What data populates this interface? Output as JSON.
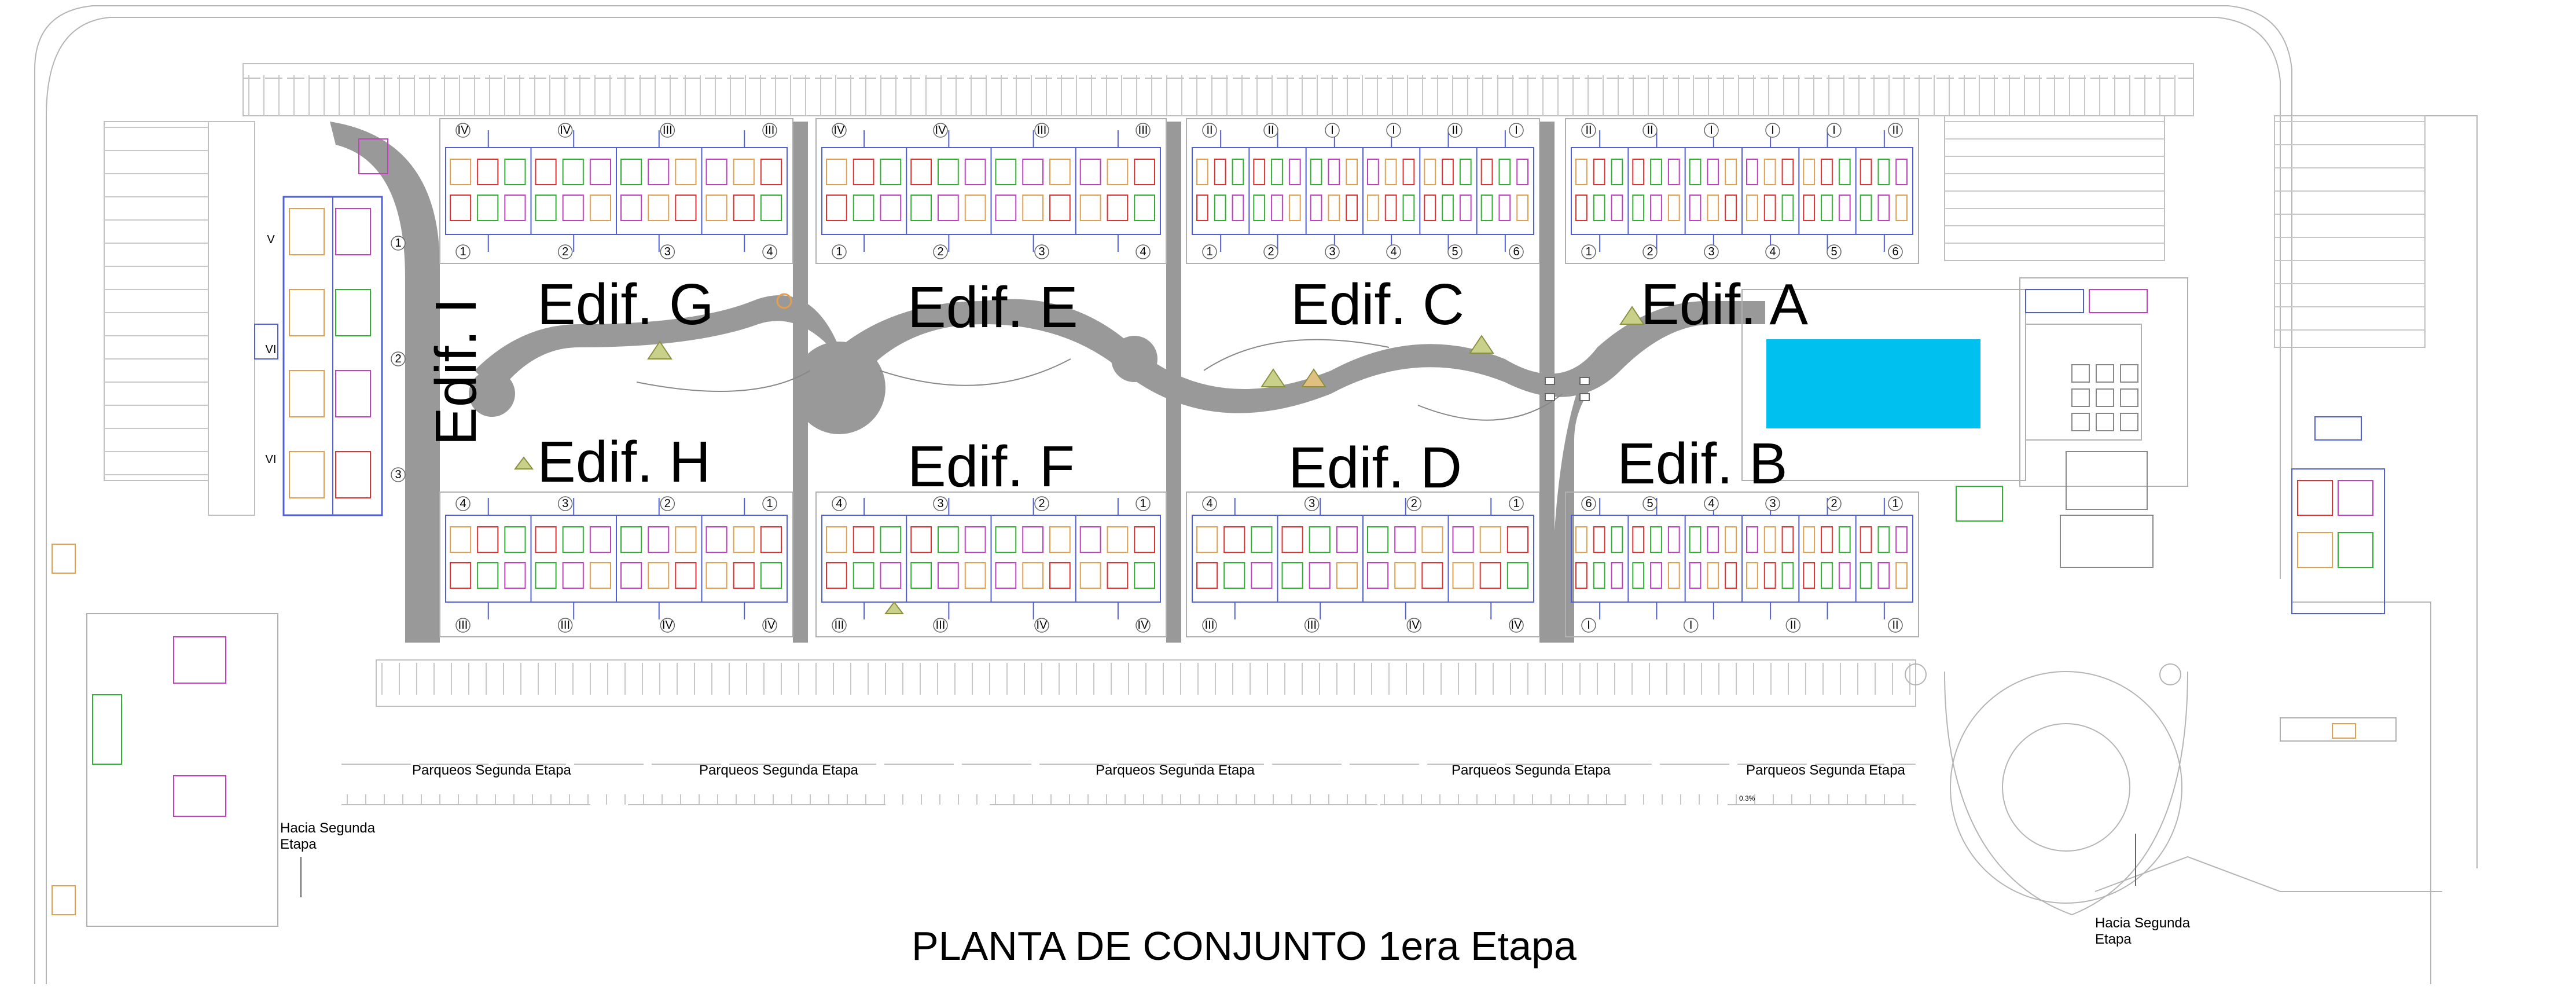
{
  "title": "PLANTA DE CONJUNTO 1era Etapa",
  "buildings": [
    {
      "id": "G",
      "label": "Edif. G"
    },
    {
      "id": "E",
      "label": "Edif. E"
    },
    {
      "id": "C",
      "label": "Edif. C"
    },
    {
      "id": "A",
      "label": "Edif. A"
    },
    {
      "id": "H",
      "label": "Edif. H"
    },
    {
      "id": "F",
      "label": "Edif. F"
    },
    {
      "id": "D",
      "label": "Edif. D"
    },
    {
      "id": "B",
      "label": "Edif. B"
    },
    {
      "id": "I",
      "label": "Edif. I"
    }
  ],
  "parking_label": "Parqueos Segunda Etapa",
  "exit_left": [
    "Hacia Segunda",
    "Etapa"
  ],
  "exit_right": [
    "Hacia Segunda",
    "Etapa"
  ],
  "slope_label": "0.3%",
  "unit_numbers": {
    "G_top": [
      "IV",
      "IV",
      "III",
      "III"
    ],
    "G_bottom": [
      "1",
      "2",
      "3",
      "4"
    ],
    "E_top": [
      "IV",
      "IV",
      "III",
      "III"
    ],
    "E_bottom": [
      "1",
      "2",
      "3",
      "4"
    ],
    "C_top": [
      "II",
      "II",
      "I",
      "I",
      "II",
      "I"
    ],
    "C_bottom": [
      "1",
      "2",
      "3",
      "4",
      "5",
      "6"
    ],
    "A_top": [
      "II",
      "II",
      "I",
      "I",
      "I",
      "II"
    ],
    "A_bottom": [
      "1",
      "2",
      "3",
      "4",
      "5",
      "6"
    ],
    "H_top": [
      "4",
      "3",
      "2",
      "1"
    ],
    "H_bottom": [
      "III",
      "III",
      "IV",
      "IV"
    ],
    "F_top": [
      "4",
      "3",
      "2",
      "1"
    ],
    "F_bottom": [
      "III",
      "III",
      "IV",
      "IV"
    ],
    "D_top": [
      "4",
      "3",
      "2",
      "1"
    ],
    "D_bottom": [
      "III",
      "III",
      "IV",
      "IV"
    ],
    "B_top": [
      "6",
      "5",
      "4",
      "3",
      "2",
      "1"
    ],
    "B_bottom": [
      "I",
      "I",
      "II",
      "II"
    ],
    "I_side": [
      "1",
      "2",
      "3"
    ],
    "I_roman": [
      "V",
      "VI",
      "VI"
    ]
  },
  "colors": {
    "road": "#999999",
    "pool": "#00c0f0",
    "line": "#b0b0b0",
    "wall_blue": "#5060d0",
    "furniture_orange": "#e0a050",
    "furniture_red": "#e03030",
    "furniture_green": "#30b030",
    "wall_magenta": "#c040c0"
  }
}
